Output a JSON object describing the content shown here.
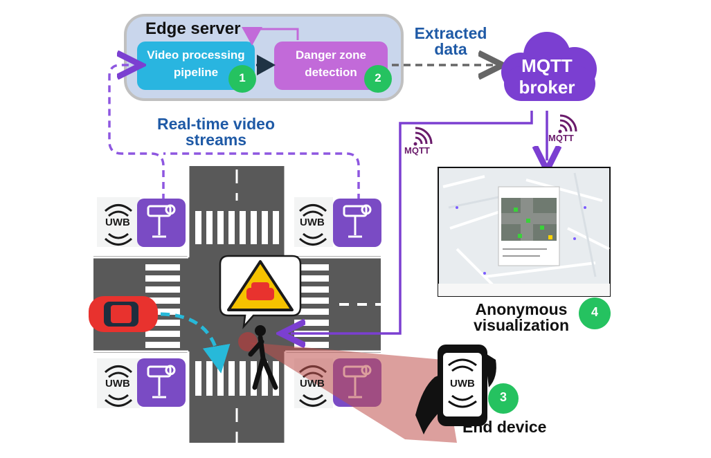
{
  "edge_server": {
    "title": "Edge server",
    "video_box": "Video processing pipeline",
    "danger_box": "Danger zone detection",
    "badge_video": "1",
    "badge_danger": "2"
  },
  "labels": {
    "extracted_data": "Extracted data",
    "realtime_streams": "Real-time video streams",
    "mqtt_broker": "MQTT broker",
    "anonymous_visualization": "Anonymous visualization",
    "end_device": "End device"
  },
  "badges": {
    "end_device": "3",
    "visualization": "4"
  },
  "mqtt_tags": {
    "left": "MQTT",
    "right": "MQTT"
  },
  "uwb": {
    "label": "UWB",
    "phone_label": "UWB"
  },
  "colors": {
    "edge_bg": "#c9d6ec",
    "video_box": "#29b5e0",
    "danger_box": "#c26ad9",
    "purple": "#7b3fd1",
    "camera_tile": "#7a4bc4",
    "badge": "#25c260",
    "label_blue": "#1f5aa6",
    "road": "#595959",
    "car": "#e8322e",
    "cyan_arrow": "#27b9d9",
    "warning": "#f5c200"
  },
  "icons": [
    "camera-icon",
    "uwb-signal-icon",
    "warning-icon",
    "car-icon",
    "pedestrian-icon",
    "phone-icon",
    "mqtt-signal-icon",
    "map-screenshot"
  ]
}
